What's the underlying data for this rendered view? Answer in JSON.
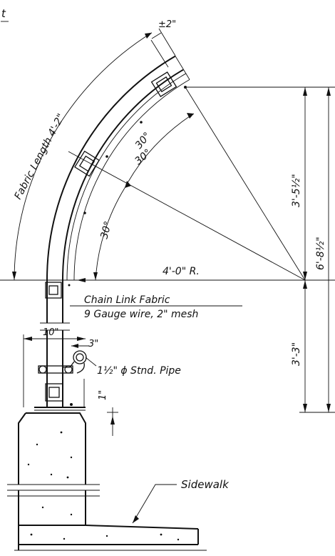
{
  "labels": {
    "corner_mark": "t",
    "offset": "±2\"",
    "fabric_length": "Fabric Length 4'-2\"",
    "angle_upper_inner": "30°",
    "angle_upper_outer": "30°",
    "angle_lower": "30°",
    "dim_upper": "3'-5½\"",
    "dim_total": "6'-8½\"",
    "dim_lower": "3'-3\"",
    "radius": "4'-0\" R.",
    "fabric_line1": "Chain Link Fabric",
    "fabric_line2": "9 Gauge wire, 2\" mesh",
    "width_10": "10\"",
    "width_3": "3\"",
    "pipe": "1½\" ϕ Stnd. Pipe",
    "height_1": "1\"",
    "sidewalk": "Sidewalk"
  }
}
